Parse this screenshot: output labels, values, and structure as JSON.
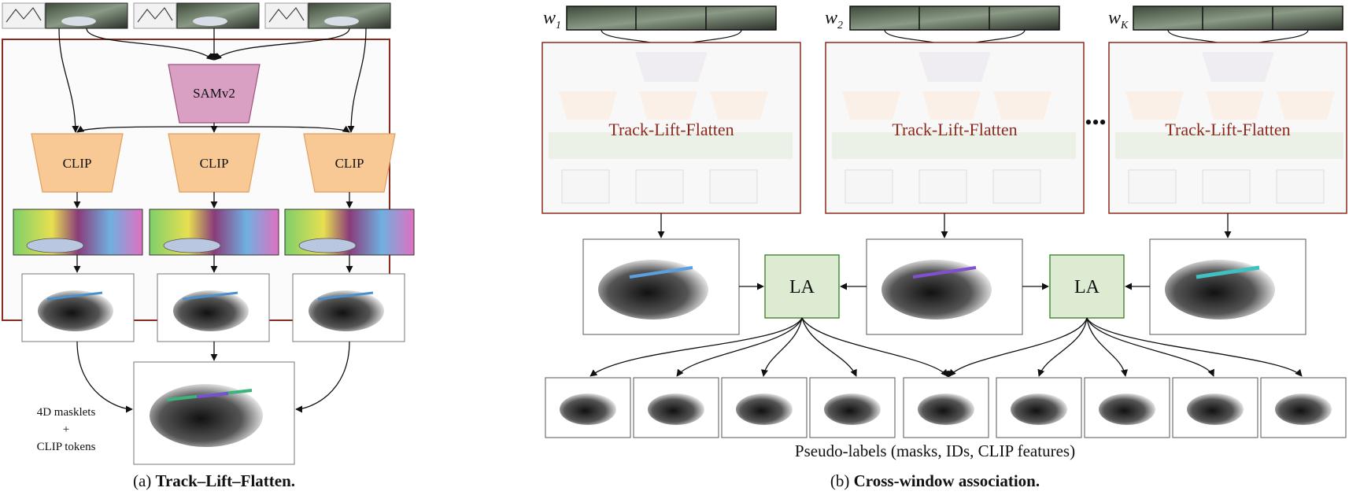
{
  "panel_a": {
    "sam_label": "SAMv2",
    "clip_labels": [
      "CLIP",
      "CLIP",
      "CLIP"
    ],
    "output_label_line1": "4D masklets",
    "output_label_line2": "+",
    "output_label_line3": "CLIP tokens",
    "caption_prefix": "(a) ",
    "caption_bold": "Track–Lift–Flatten."
  },
  "panel_b": {
    "window_labels": [
      {
        "base": "w",
        "sub": "1"
      },
      {
        "base": "w",
        "sub": "2"
      },
      {
        "base": "w",
        "sub": "K"
      }
    ],
    "tlf_label": "Track-Lift-Flatten",
    "ellipsis": "•••",
    "la_label": "LA",
    "pseudo_labels_caption": "Pseudo-labels (masks, IDs, CLIP features)",
    "caption_prefix": "(b) ",
    "caption_bold": "Cross-window association."
  },
  "colors": {
    "frame_border": "#8b2a1e",
    "sam_fill": "#d9a0c4",
    "sam_stroke": "#a0507e",
    "clip_fill": "#f8c895",
    "clip_stroke": "#e0a060",
    "la_fill": "#dcebd2",
    "la_stroke": "#4d8c3a",
    "tlf_text": "#8b2a1e"
  }
}
